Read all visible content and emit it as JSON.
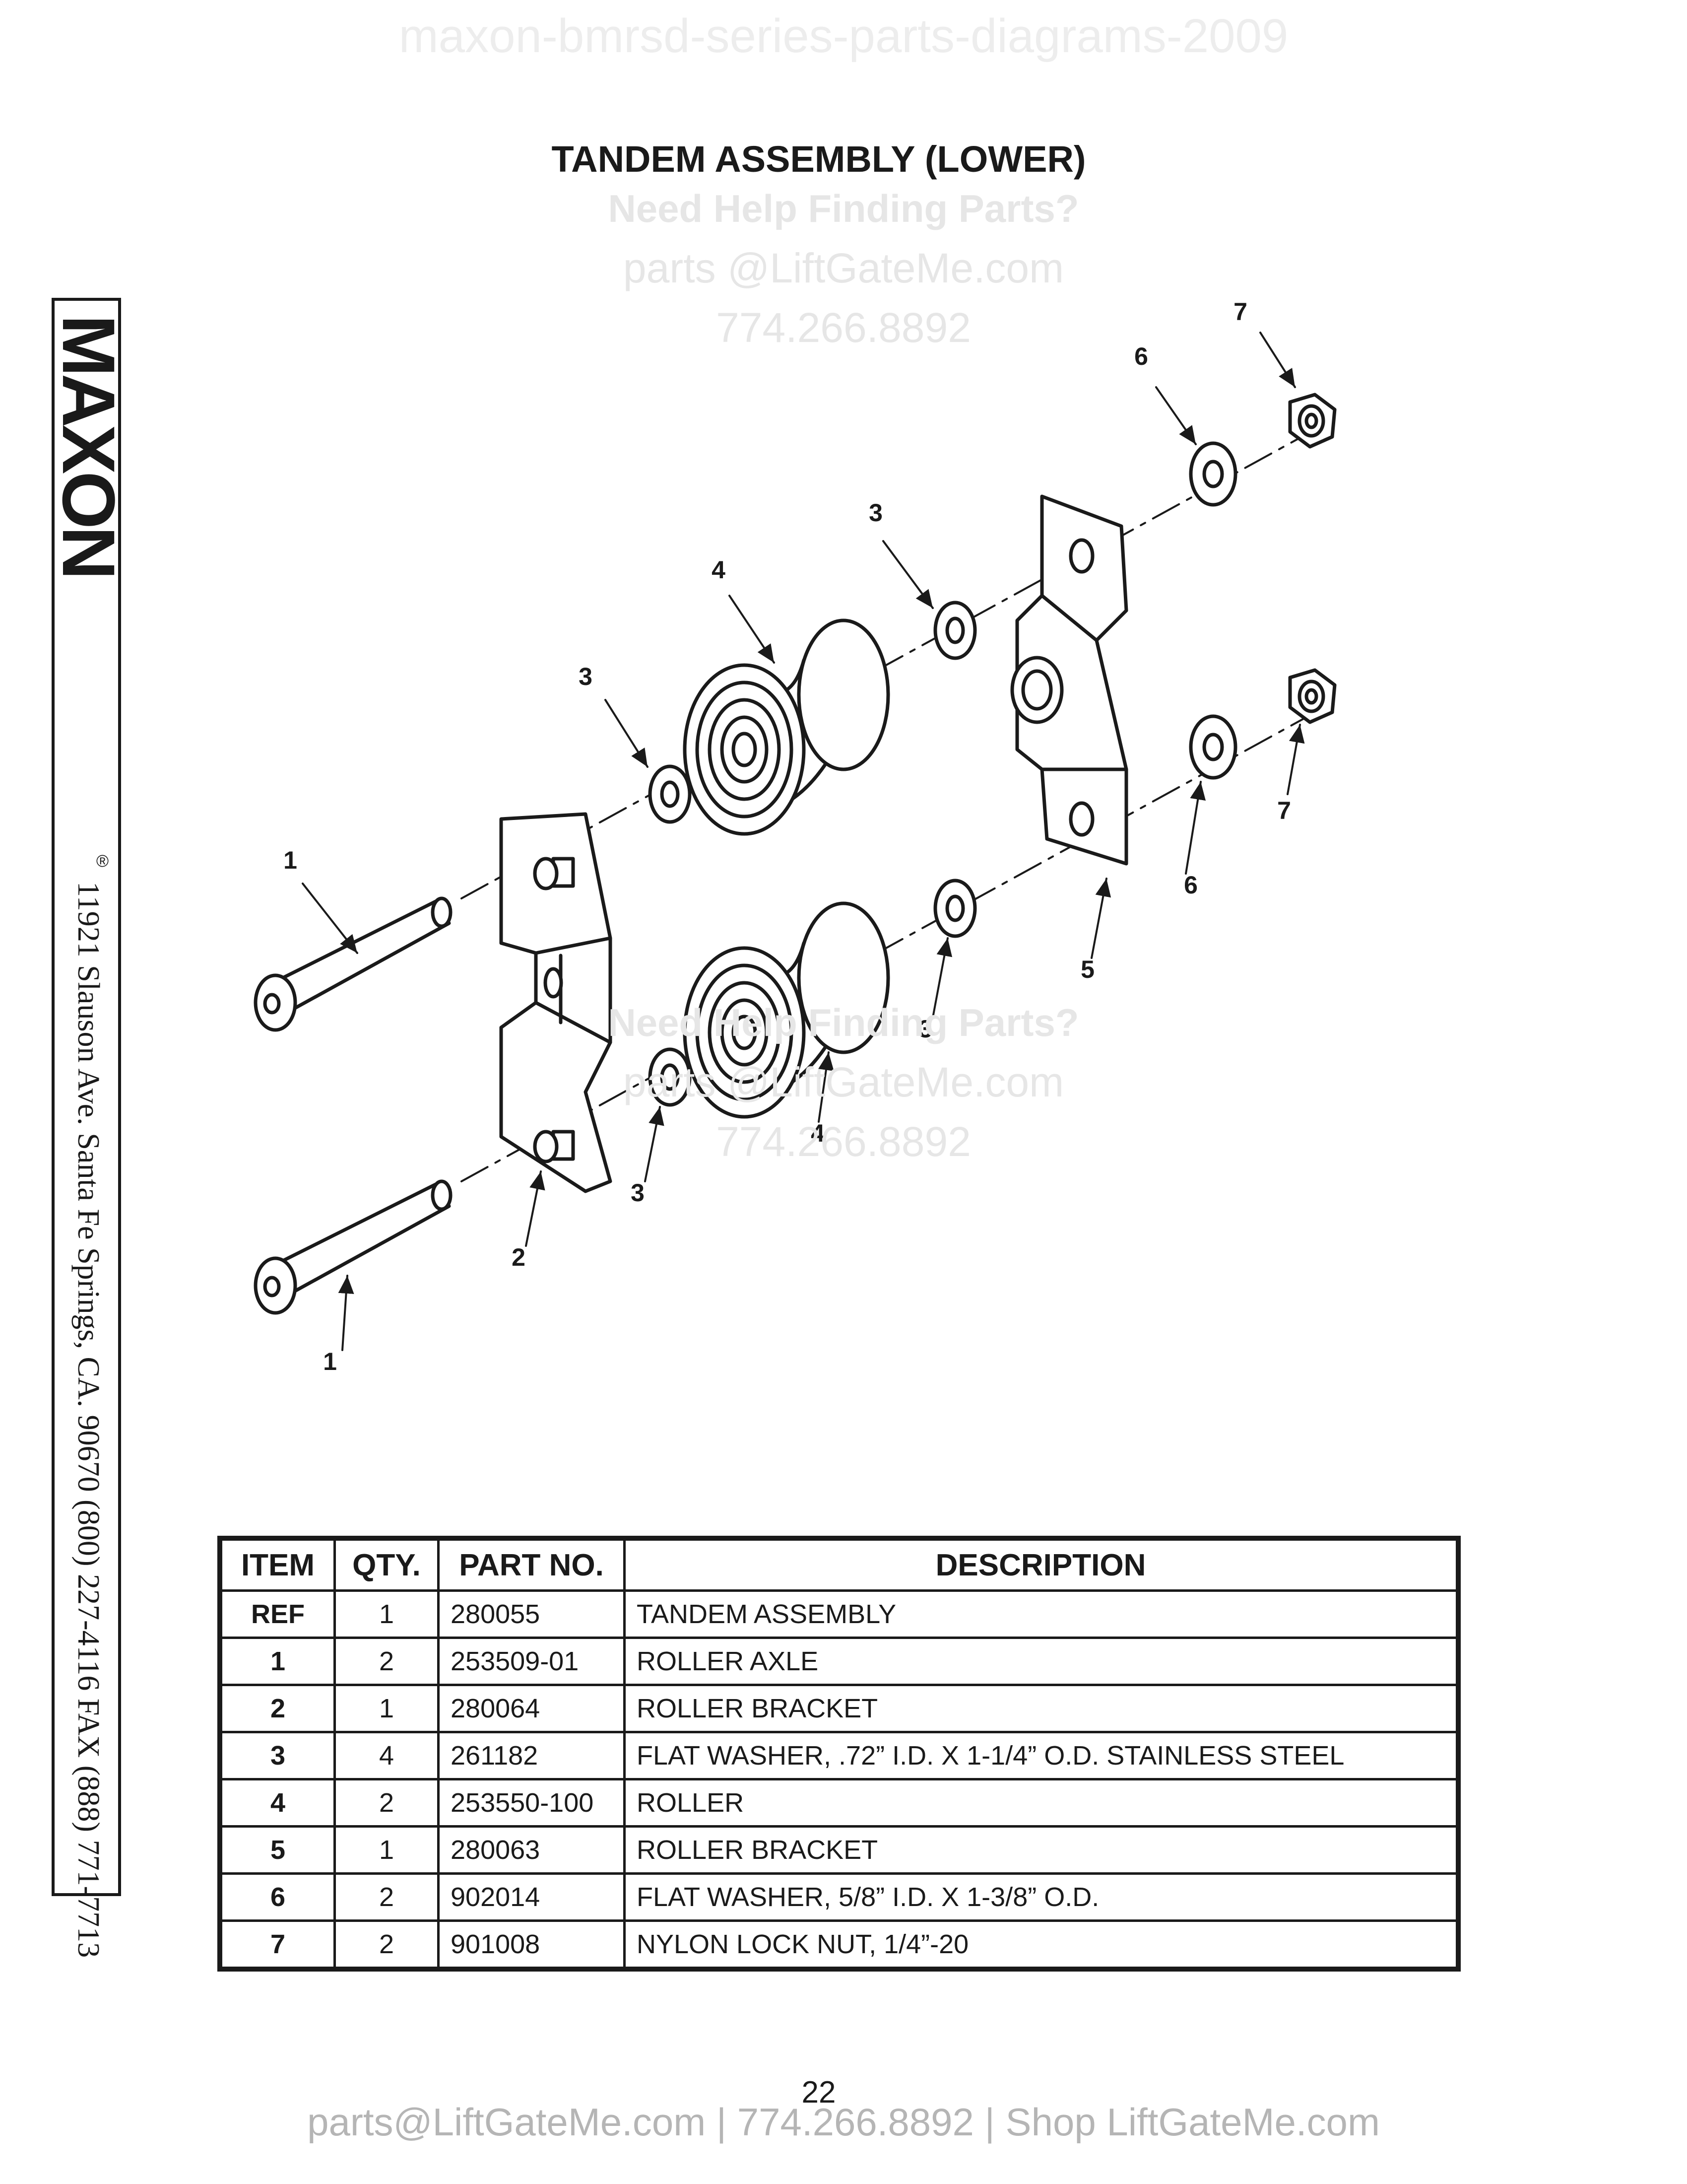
{
  "watermark_top": "maxon-bmrsd-series-parts-diagrams-2009",
  "title": "TANDEM ASSEMBLY (LOWER)",
  "watermark_blocks": [
    {
      "help": "Need Help Finding Parts?",
      "email": "parts @LiftGateMe.com",
      "phone": "774.266.8892"
    },
    {
      "help": "Need Help Finding Parts?",
      "email": "parts @LiftGateMe.com",
      "phone": "774.266.8892"
    }
  ],
  "sidebar": {
    "logo": "MAXON",
    "registered": "®",
    "address": "11921 Slauson Ave.  Santa Fe Springs, CA.  90670  (800) 227-4116  FAX (888) 771-7713"
  },
  "callouts": [
    "1",
    "1",
    "2",
    "3",
    "3",
    "3",
    "3",
    "4",
    "4",
    "5",
    "6",
    "6",
    "7",
    "7"
  ],
  "table": {
    "headers": {
      "item": "ITEM",
      "qty": "QTY.",
      "part": "PART NO.",
      "desc": "DESCRIPTION"
    },
    "rows": [
      {
        "item": "REF",
        "qty": "1",
        "part": "280055",
        "desc": "TANDEM ASSEMBLY"
      },
      {
        "item": "1",
        "qty": "2",
        "part": "253509-01",
        "desc": "ROLLER AXLE"
      },
      {
        "item": "2",
        "qty": "1",
        "part": "280064",
        "desc": "ROLLER BRACKET"
      },
      {
        "item": "3",
        "qty": "4",
        "part": "261182",
        "desc": "FLAT WASHER, .72” I.D. X 1-1/4” O.D. STAINLESS STEEL"
      },
      {
        "item": "4",
        "qty": "2",
        "part": "253550-100",
        "desc": "ROLLER"
      },
      {
        "item": "5",
        "qty": "1",
        "part": "280063",
        "desc": "ROLLER BRACKET"
      },
      {
        "item": "6",
        "qty": "2",
        "part": "902014",
        "desc": "FLAT WASHER, 5/8” I.D. X 1-3/8” O.D."
      },
      {
        "item": "7",
        "qty": "2",
        "part": "901008",
        "desc": "NYLON LOCK NUT, 1/4”-20"
      }
    ]
  },
  "page_number": "22",
  "footer": "parts@LiftGateMe.com | 774.266.8892 | Shop LiftGateMe.com"
}
